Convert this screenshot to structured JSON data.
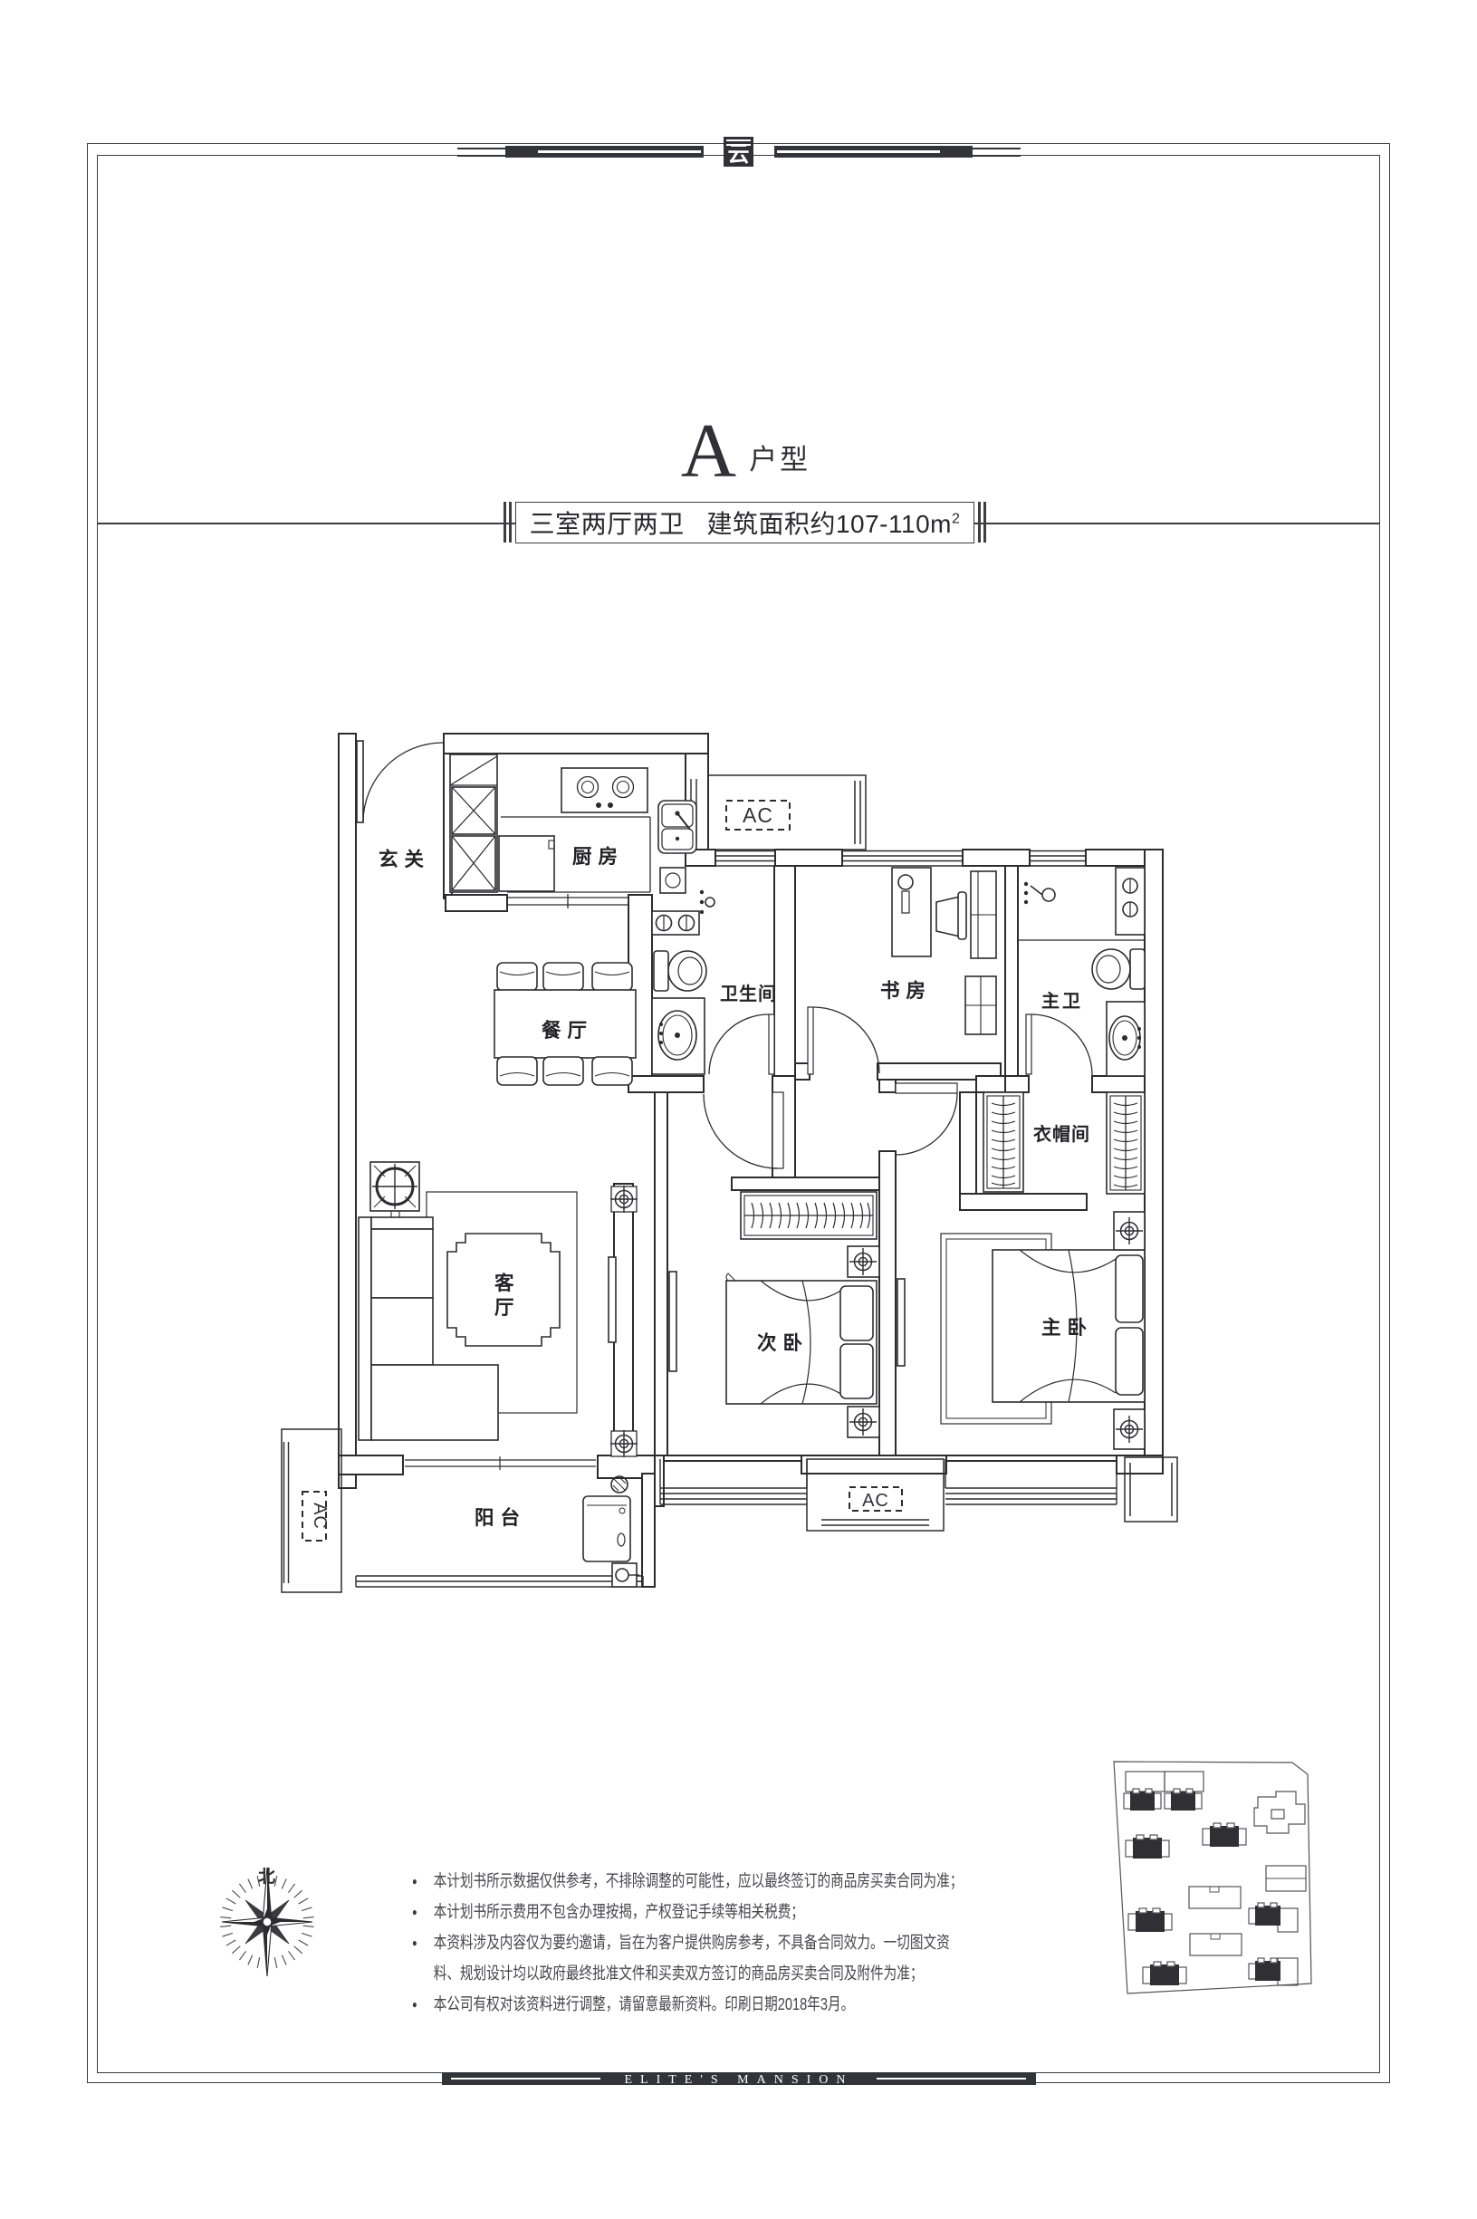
{
  "page": {
    "background": "#ffffff",
    "line_color": "#2c2c30",
    "frame_color": "#3c3c41"
  },
  "header": {
    "logo_text": "云"
  },
  "title": {
    "plan_letter": "A",
    "plan_suffix": "户型"
  },
  "subtitle": {
    "layout": "三室两厅两卫",
    "area_label": "建筑面积约107-110m",
    "area_sup": "2"
  },
  "floor_plan": {
    "rooms": [
      {
        "id": "entry",
        "label": "玄关"
      },
      {
        "id": "kitchen",
        "label": "厨房"
      },
      {
        "id": "dining",
        "label": "餐厅"
      },
      {
        "id": "bathroom",
        "label": "卫生间"
      },
      {
        "id": "study",
        "label": "书房"
      },
      {
        "id": "master-bath",
        "label": "主卫"
      },
      {
        "id": "closet",
        "label": "衣帽间"
      },
      {
        "id": "living",
        "label": "客厅"
      },
      {
        "id": "second-bedroom",
        "label": "次卧"
      },
      {
        "id": "master-bedroom",
        "label": "主卧"
      },
      {
        "id": "balcony",
        "label": "阳台"
      }
    ],
    "ac_label_top": "AC",
    "ac_label_bottom": "AC",
    "ac_label_west": "AC",
    "compass_north_label": "北"
  },
  "disclaimer": {
    "items": [
      "本计划书所示数据仅供参考，不排除调整的可能性，应以最终签订的商品房买卖合同为准；",
      "本计划书所示费用不包含办理按揭，产权登记手续等相关税费；",
      "本资料涉及内容仅为要约邀请，旨在为客户提供购房参考，不具备合同效力。一切图文资",
      "料、规划设计均以政府最终批准文件和买卖双方签订的商品房买卖合同及附件为准；",
      "本公司有权对该资料进行调整，请留意最新资料。印刷日期2018年3月。"
    ]
  },
  "footer": {
    "brand": "ELITE'S MANSION"
  }
}
